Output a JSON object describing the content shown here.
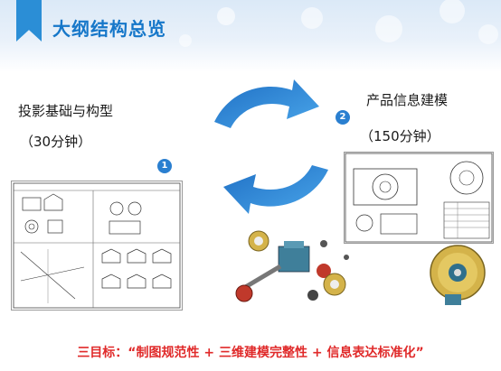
{
  "header": {
    "title": "大纲结构总览"
  },
  "stages": [
    {
      "number": "1",
      "title": "投影基础与构型",
      "duration": "（30分钟）"
    },
    {
      "number": "2",
      "title": "产品信息建模",
      "duration": "（150分钟）"
    }
  ],
  "footer": {
    "goals": "三目标：“制图规范性 + 三维建模完整性 + 信息表达标准化”"
  },
  "colors": {
    "accent": "#1677c9",
    "arrow": "#2a86d8",
    "goal": "#e02a2a"
  }
}
